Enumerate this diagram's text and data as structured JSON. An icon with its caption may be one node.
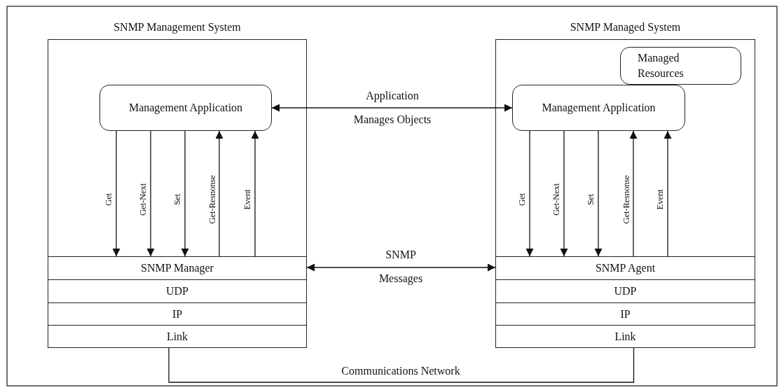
{
  "diagram": {
    "nodes": [
      {
        "text": [
          "SNMP Management System"
        ]
      },
      {
        "text": [
          "Management Application"
        ],
        "in": 0
      },
      {
        "text": [
          "SNMP Manager"
        ],
        "in": 0
      },
      {
        "text": [
          "UDP"
        ],
        "in": 0
      },
      {
        "text": [
          "IP"
        ],
        "in": 0
      },
      {
        "text": [
          "Link"
        ],
        "in": 0
      },
      {
        "text": [
          "SNMP Managed System"
        ]
      },
      {
        "text": [
          "Managed Resources"
        ],
        "in": 6
      },
      {
        "text": [
          "Management Application"
        ],
        "in": 6
      },
      {
        "text": [
          "SNMP Agent"
        ],
        "in": 6
      },
      {
        "text": [
          "UDP"
        ],
        "in": 6
      },
      {
        "text": [
          "IP"
        ],
        "in": 6
      },
      {
        "text": [
          "Link"
        ],
        "in": 6
      }
    ],
    "edges": [
      {
        "from": 1,
        "to": 2,
        "arrow": "to",
        "label": "Get"
      },
      {
        "from": 1,
        "to": 2,
        "arrow": "to",
        "label": "Get-Next"
      },
      {
        "from": 1,
        "to": 2,
        "arrow": "to",
        "label": "Set"
      },
      {
        "from": 2,
        "to": 1,
        "arrow": "to",
        "label": "Get-Resnonse"
      },
      {
        "from": 2,
        "to": 1,
        "arrow": "to",
        "label": "Event"
      },
      {
        "from": 8,
        "to": 9,
        "arrow": "to",
        "label": "Get"
      },
      {
        "from": 8,
        "to": 9,
        "arrow": "to",
        "label": "Get-Next"
      },
      {
        "from": 8,
        "to": 9,
        "arrow": "to",
        "label": "Set"
      },
      {
        "from": 9,
        "to": 8,
        "arrow": "to",
        "label": "Get-Resnonse"
      },
      {
        "from": 9,
        "to": 8,
        "arrow": "to",
        "label": "Event"
      },
      {
        "from": 1,
        "to": 8,
        "arrow": "both",
        "label": "Application Manages Objects"
      },
      {
        "from": 2,
        "to": 9,
        "arrow": "both",
        "label": "SNMP Messages"
      },
      {
        "from": 5,
        "to": 12,
        "arrow": "none",
        "label": "Communications Network"
      }
    ]
  }
}
